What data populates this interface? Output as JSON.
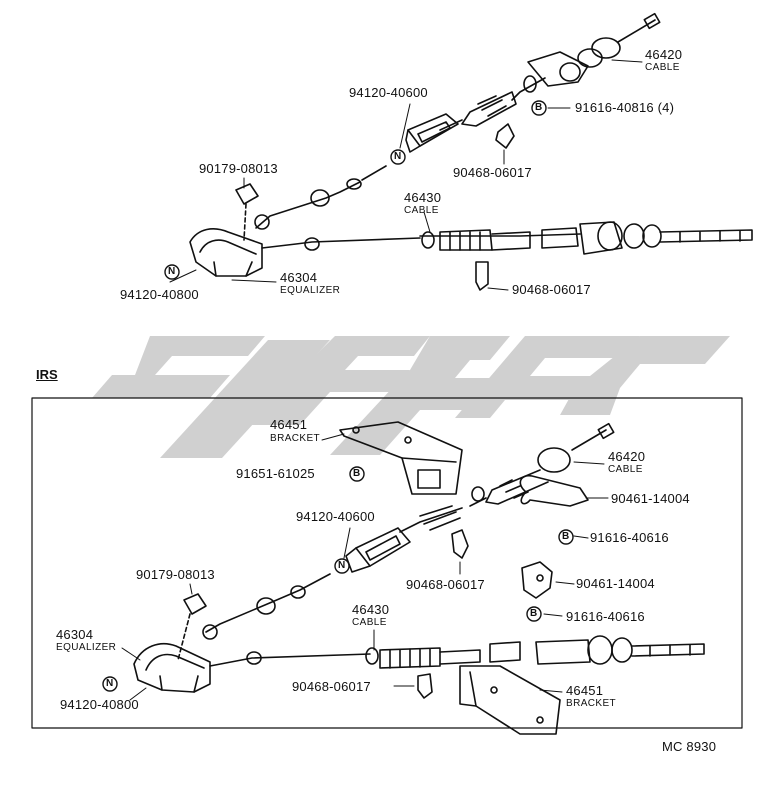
{
  "diagram_code": "MC 8930",
  "irs_label": "IRS",
  "watermark_color": "#c8c8c8",
  "line_color": "#111111",
  "top": {
    "cable_front_pn": "46420",
    "cable_front_sub": "CABLE",
    "bolt_front_pn": "91616-40816 (4)",
    "bolt_marker": "B",
    "nut_pn": "94120-40600",
    "nut_marker": "N",
    "clip_upper_pn": "90468-06017",
    "bushing_pn": "90179-08013",
    "cable_rear_pn": "46430",
    "cable_rear_sub": "CABLE",
    "equalizer_pn": "46304",
    "equalizer_sub": "EQUALIZER",
    "nut_lower_pn": "94120-40800",
    "nut_lower_marker": "N",
    "clip_lower_pn": "90468-06017"
  },
  "irs": {
    "bracket_upper_pn": "46451",
    "bracket_upper_sub": "BRACKET",
    "bolt_bracket_pn": "91651-61025",
    "bolt_bracket_marker": "B",
    "cable_front_pn": "46420",
    "cable_front_sub": "CABLE",
    "clamp_upper_pn": "90461-14004",
    "nut_pn": "94120-40600",
    "nut_marker": "N",
    "bolt_mid_pn": "91616-40616",
    "bolt_mid_marker": "B",
    "bushing_pn": "90179-08013",
    "clip_upper_pn": "90468-06017",
    "clamp_lower_pn": "90461-14004",
    "equalizer_pn": "46304",
    "equalizer_sub": "EQUALIZER",
    "cable_rear_pn": "46430",
    "cable_rear_sub": "CABLE",
    "bolt_lower_pn": "91616-40616",
    "bolt_lower_marker": "B",
    "clip_lower_pn": "90468-06017",
    "bracket_lower_pn": "46451",
    "bracket_lower_sub": "BRACKET",
    "nut_lower_pn": "94120-40800",
    "nut_lower_marker": "N"
  }
}
